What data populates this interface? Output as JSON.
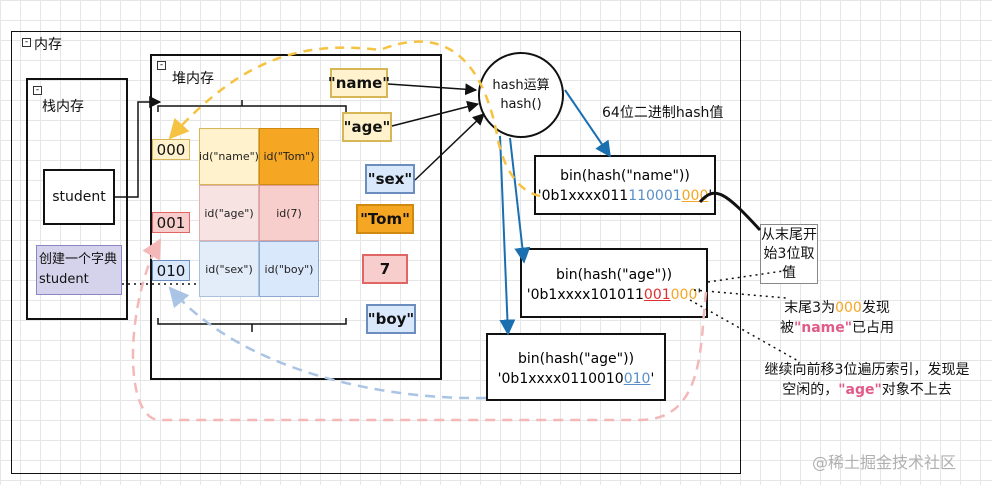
{
  "frames": {
    "memory": {
      "title": "内存"
    },
    "stack": {
      "title": "栈内存"
    },
    "heap": {
      "title": "堆内存"
    }
  },
  "stack_items": {
    "student": "student",
    "create_note": "创建一个字典student"
  },
  "table": {
    "indices": [
      "000",
      "001",
      "010"
    ],
    "rows": [
      [
        "id(\"name\")",
        "id(\"Tom\")"
      ],
      [
        "id(\"age\")",
        "id(7)"
      ],
      [
        "id(\"sex\")",
        "id(\"boy\")"
      ]
    ]
  },
  "keys": [
    "\"name\"",
    "\"age\"",
    "\"sex\""
  ],
  "values": [
    "\"Tom\"",
    "7",
    "\"boy\""
  ],
  "hash": {
    "line1": "hash运算",
    "line2": "hash()",
    "bits_label": "64位二进制hash值"
  },
  "bins": [
    {
      "title": "bin(hash(\"name\"))",
      "prefix": "'0b1xxxx011",
      "blue": "110001",
      "tail": "000",
      "suffix": "'"
    },
    {
      "title": "bin(hash(\"age\"))",
      "prefix": "'0b1xxxx101011",
      "red": "001",
      "tail": "000",
      "suffix": "'"
    },
    {
      "title": "bin(hash(\"age\"))",
      "prefix": "'0b1xxxx0110010",
      "blue": "010",
      "suffix": "'"
    }
  ],
  "notes": {
    "from_tail": "从末尾开始3位取值",
    "collision_1": "末尾3为",
    "collision_1_code": "000",
    "collision_1_end": "发现",
    "collision_2a": "被",
    "collision_2_key": "\"name\"",
    "collision_2b": "已占用",
    "probe_1": "继续向前移3位遍历索引，发现是",
    "probe_2a": "空闲的，",
    "probe_2_key": "\"age\"",
    "probe_2b": "对象不上去"
  },
  "watermark": "@稀土掘金技术社区",
  "colors": {
    "yellow_fill": "#fff2cc",
    "yellow_border": "#d6b656",
    "orange_fill": "#f5a623",
    "pink_fill": "#f8cecc",
    "pink_border": "#e06666",
    "blue_fill": "#dae8fc",
    "blue_border": "#6c8ebf",
    "purple_fill": "#d5d2ec",
    "arrow_blue": "#1a6fb0"
  }
}
